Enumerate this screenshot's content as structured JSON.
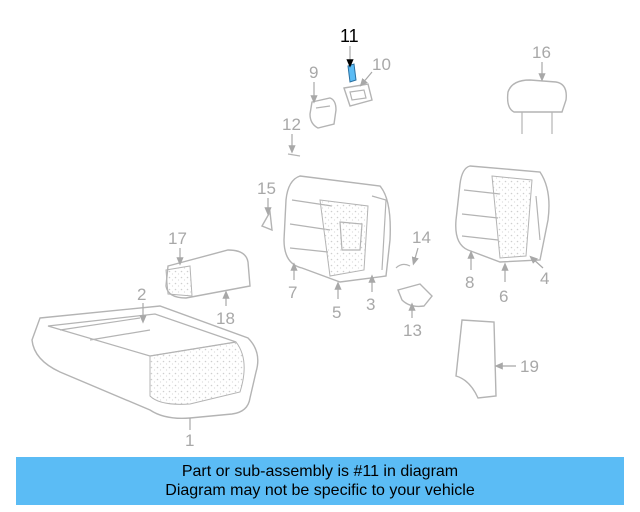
{
  "highlight_color": "#5bbcf5",
  "callouts": {
    "c1": "1",
    "c2": "2",
    "c3": "3",
    "c4": "4",
    "c5": "5",
    "c6": "6",
    "c7": "7",
    "c8": "8",
    "c9": "9",
    "c10": "10",
    "c11": "11",
    "c12": "12",
    "c13": "13",
    "c14": "14",
    "c15": "15",
    "c16": "16",
    "c17": "17",
    "c18": "18",
    "c19": "19"
  },
  "banner": {
    "line1": "Part or sub-assembly is #11 in diagram",
    "line2": "Diagram may not be specific to your vehicle"
  }
}
